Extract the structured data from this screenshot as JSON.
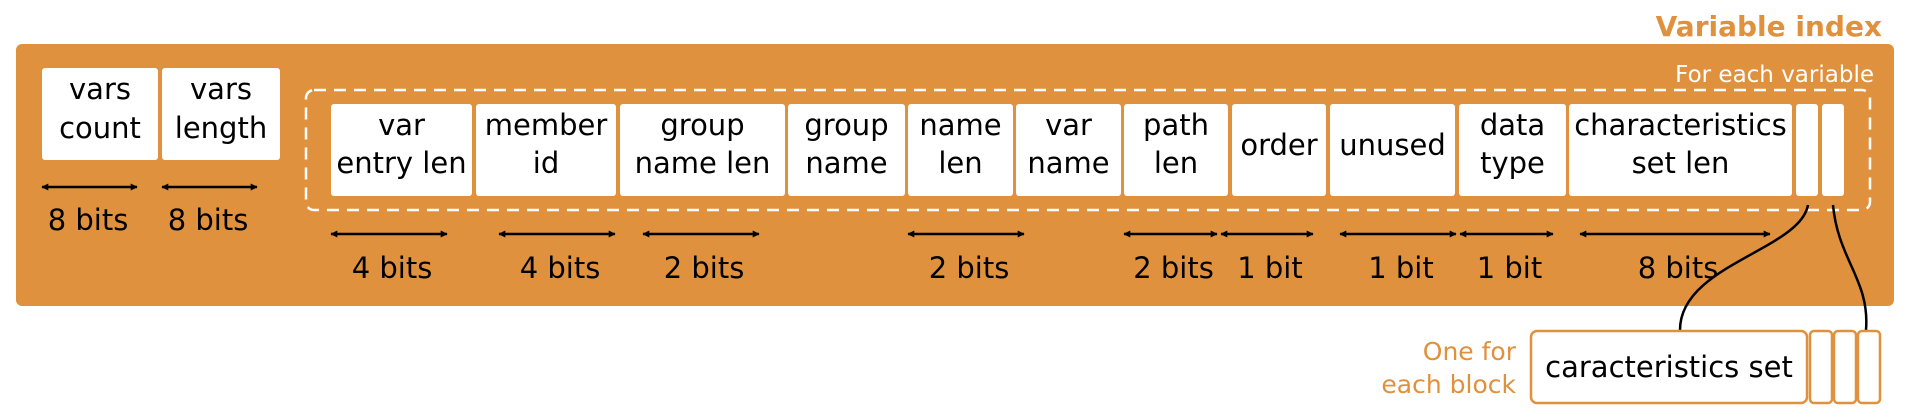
{
  "title": "Variable index",
  "loop_label": "For each variable",
  "block_label_lines": [
    "One for",
    "each block"
  ],
  "colors": {
    "accent": "#e0913d",
    "box_fill": "#ffffff",
    "text": "#000000",
    "label_orange": "#e0913d",
    "dashed": "#ffffff"
  },
  "header_fields": [
    {
      "lines": [
        "vars",
        "count"
      ],
      "size": "8 bits"
    },
    {
      "lines": [
        "vars",
        "length"
      ],
      "size": "8 bits"
    }
  ],
  "variable_fields": [
    {
      "lines": [
        "var",
        "entry len"
      ],
      "size": "4 bits"
    },
    {
      "lines": [
        "member",
        "id"
      ],
      "size": "4 bits"
    },
    {
      "lines": [
        "group",
        "name len"
      ],
      "size": "2 bits"
    },
    {
      "lines": [
        "group",
        "name"
      ],
      "size": ""
    },
    {
      "lines": [
        "name",
        "len"
      ],
      "size": "2 bits"
    },
    {
      "lines": [
        "var",
        "name"
      ],
      "size": ""
    },
    {
      "lines": [
        "path",
        "len"
      ],
      "size": "2 bits"
    },
    {
      "lines": [
        "order"
      ],
      "size": "1 bit"
    },
    {
      "lines": [
        "unused"
      ],
      "size": "1 bit"
    },
    {
      "lines": [
        "data",
        "type"
      ],
      "size": "1 bit"
    },
    {
      "lines": [
        "characteristics",
        "set len"
      ],
      "size": "8 bits"
    }
  ],
  "characteristics_box": "caracteristics set"
}
